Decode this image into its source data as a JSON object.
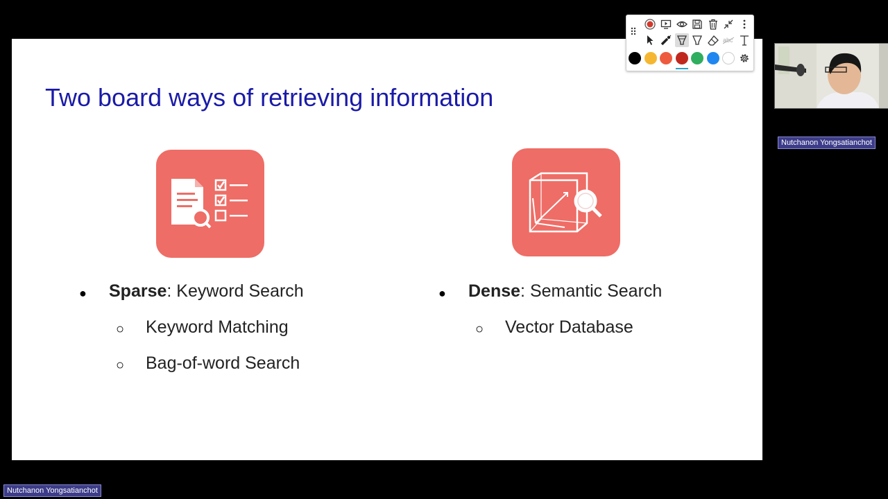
{
  "slide": {
    "title": "Two board ways of retrieving information",
    "left": {
      "icon": "document-checklist-search-icon",
      "bullet_bold": "Sparse",
      "bullet_rest": ": Keyword Search",
      "subbullets": [
        "Keyword Matching",
        "Bag-of-word Search"
      ]
    },
    "right": {
      "icon": "vector-cube-search-icon",
      "bullet_bold": "Dense",
      "bullet_rest": ": Semantic Search",
      "subbullets": [
        "Vector Database"
      ]
    },
    "bullet_glyph": "●",
    "subbullet_glyph": "○"
  },
  "toolbar": {
    "row1_icons": [
      "drag-handle-icon",
      "record-icon",
      "slideshow-icon",
      "eye-icon",
      "save-icon",
      "trash-icon",
      "collapse-icon",
      "more-icon"
    ],
    "row2_icons": [
      "pointer-icon",
      "laser-pen-icon",
      "highlighter-icon",
      "marker-icon",
      "eraser-icon",
      "text-strike-icon",
      "text-icon"
    ],
    "colors": [
      "#000000",
      "#f5b731",
      "#ee5a3e",
      "#c0281e",
      "#2fae5f",
      "#1f87ef",
      "#ffffff"
    ],
    "selected_color_index": 3,
    "settings_icon": "gear-icon"
  },
  "participant": {
    "name": "Nutchanon  Yongsatianchot"
  },
  "accent": {
    "title_color": "#1a1aa8",
    "tile_color": "#ee6d66"
  }
}
